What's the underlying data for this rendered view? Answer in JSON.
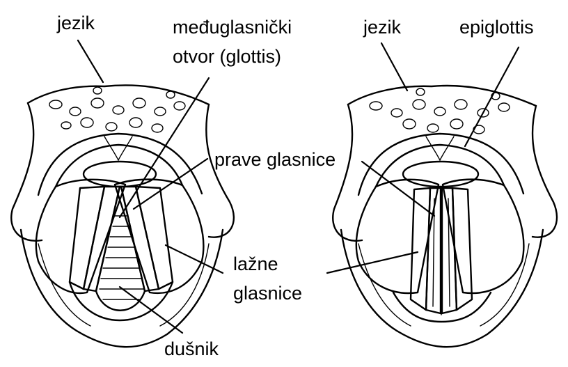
{
  "labels": {
    "tongue_left": "jezik",
    "glottis_line1": "međuglasnički",
    "glottis_line2": "otvor (glottis)",
    "tongue_right": "jezik",
    "epiglottis": "epiglottis",
    "true_cords": "prave glasnice",
    "false_cords_line1": "lažne",
    "false_cords_line2": "glasnice",
    "trachea": "dušnik"
  },
  "colors": {
    "tissue_gray": "#b9b9b9",
    "cord_light": "#e9e9e9",
    "cord_mid": "#d2d2d2",
    "ink": "#000000"
  }
}
